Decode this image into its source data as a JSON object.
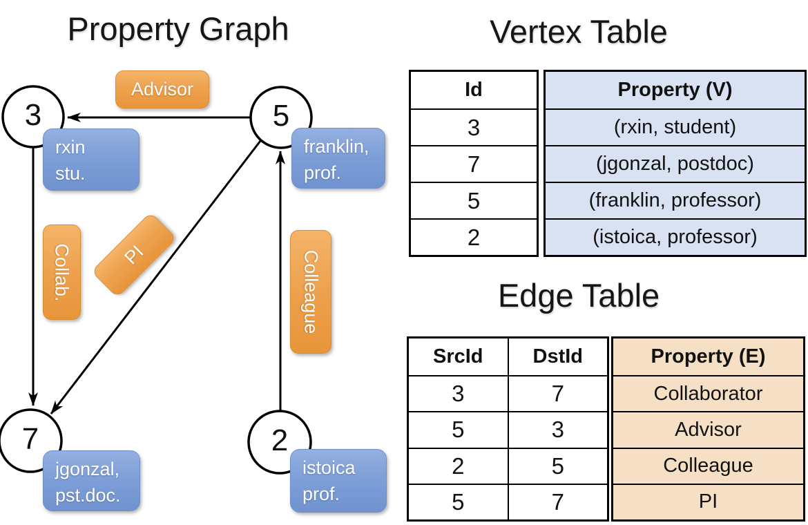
{
  "graph": {
    "title": "Property Graph",
    "nodes": [
      {
        "id": "3",
        "label_lines": [
          "rxin",
          "stu."
        ]
      },
      {
        "id": "5",
        "label_lines": [
          "franklin,",
          "prof."
        ]
      },
      {
        "id": "7",
        "label_lines": [
          "jgonzal,",
          "pst.doc."
        ]
      },
      {
        "id": "2",
        "label_lines": [
          "istoica",
          "prof."
        ]
      }
    ],
    "edge_labels": {
      "advisor": "Advisor",
      "collab": "Collab.",
      "pi": "PI",
      "colleague": "Colleague"
    }
  },
  "vertex_table": {
    "title": "Vertex Table",
    "columns": [
      "Id",
      "Property (V)"
    ],
    "rows": [
      [
        "3",
        "(rxin, student)"
      ],
      [
        "7",
        "(jgonzal, postdoc)"
      ],
      [
        "5",
        "(franklin, professor)"
      ],
      [
        "2",
        "(istoica, professor)"
      ]
    ]
  },
  "edge_table": {
    "title": "Edge Table",
    "columns": [
      "SrcId",
      "DstId",
      "Property (E)"
    ],
    "rows": [
      [
        "3",
        "7",
        "Collaborator"
      ],
      [
        "5",
        "3",
        "Advisor"
      ],
      [
        "2",
        "5",
        "Colleague"
      ],
      [
        "5",
        "7",
        "PI"
      ]
    ]
  },
  "colors": {
    "edge_label_box": "#eda14d",
    "vertex_label_box": "#7e9fd8",
    "vertex_property_fill": "#d8e2f3",
    "edge_property_fill": "#f6e0c5",
    "line": "#000000",
    "label_text": "#ffffff"
  }
}
